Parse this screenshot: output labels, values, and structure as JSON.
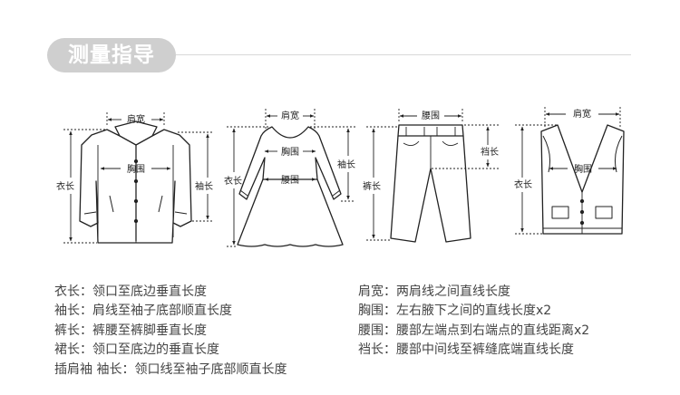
{
  "title": "测量指导",
  "labels": {
    "shoulder": "肩宽",
    "chest": "胸围",
    "waist": "腰围",
    "body_length": "衣长",
    "sleeve": "袖长",
    "pants_length": "裤长"
  },
  "definitions_left": [
    {
      "term": "衣长：",
      "desc": "领口至底边垂直长度"
    },
    {
      "term": "袖长：",
      "desc": "肩线至袖子底部顺直长度"
    },
    {
      "term": "裤长：",
      "desc": "裤腰至裤脚垂直长度"
    },
    {
      "term": "裙长：",
      "desc": "领口至底边的垂直长度"
    },
    {
      "term": "插肩袖 袖长：",
      "desc": "领口线至袖子底部顺直长度"
    }
  ],
  "definitions_right": [
    {
      "term": "肩宽：",
      "desc": "两肩线之间直线长度"
    },
    {
      "term": "胸围：",
      "desc": "左右腋下之间的直线长度x2"
    },
    {
      "term": "腰围：",
      "desc": "腰部左端点到右端点的直线距离x2"
    },
    {
      "term": "裆长：",
      "desc": "腰部中间线至裤缝底端直线长度"
    }
  ],
  "colors": {
    "pill": "#cfcfcf",
    "line": "#222222",
    "text": "#444444"
  }
}
